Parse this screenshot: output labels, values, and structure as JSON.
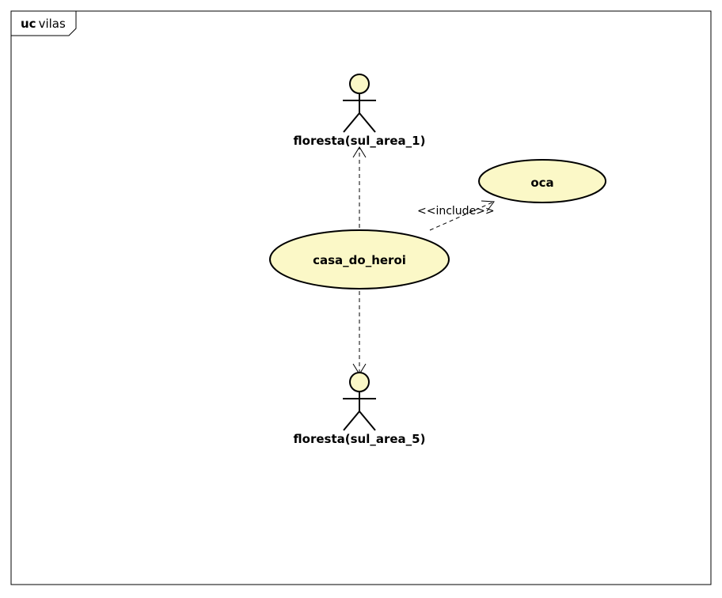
{
  "frame": {
    "keyword": "uc",
    "name": "vilas"
  },
  "actors": [
    {
      "name": "floresta(sul_area_1)"
    },
    {
      "name": "floresta(sul_area_5)"
    }
  ],
  "use_cases": [
    {
      "name": "casa_do_heroi"
    },
    {
      "name": "oca"
    }
  ],
  "relationships": [
    {
      "type": "dependency",
      "from": "casa_do_heroi",
      "to": "floresta(sul_area_1)",
      "label": ""
    },
    {
      "type": "dependency",
      "from": "casa_do_heroi",
      "to": "floresta(sul_area_5)",
      "label": ""
    },
    {
      "type": "include",
      "from": "casa_do_heroi",
      "to": "oca",
      "label": "<<include>>"
    }
  ],
  "colors": {
    "use_case_fill": "#fbf8c7",
    "actor_fill": "#fbf8c7",
    "stroke": "#000000",
    "background": "#ffffff"
  }
}
